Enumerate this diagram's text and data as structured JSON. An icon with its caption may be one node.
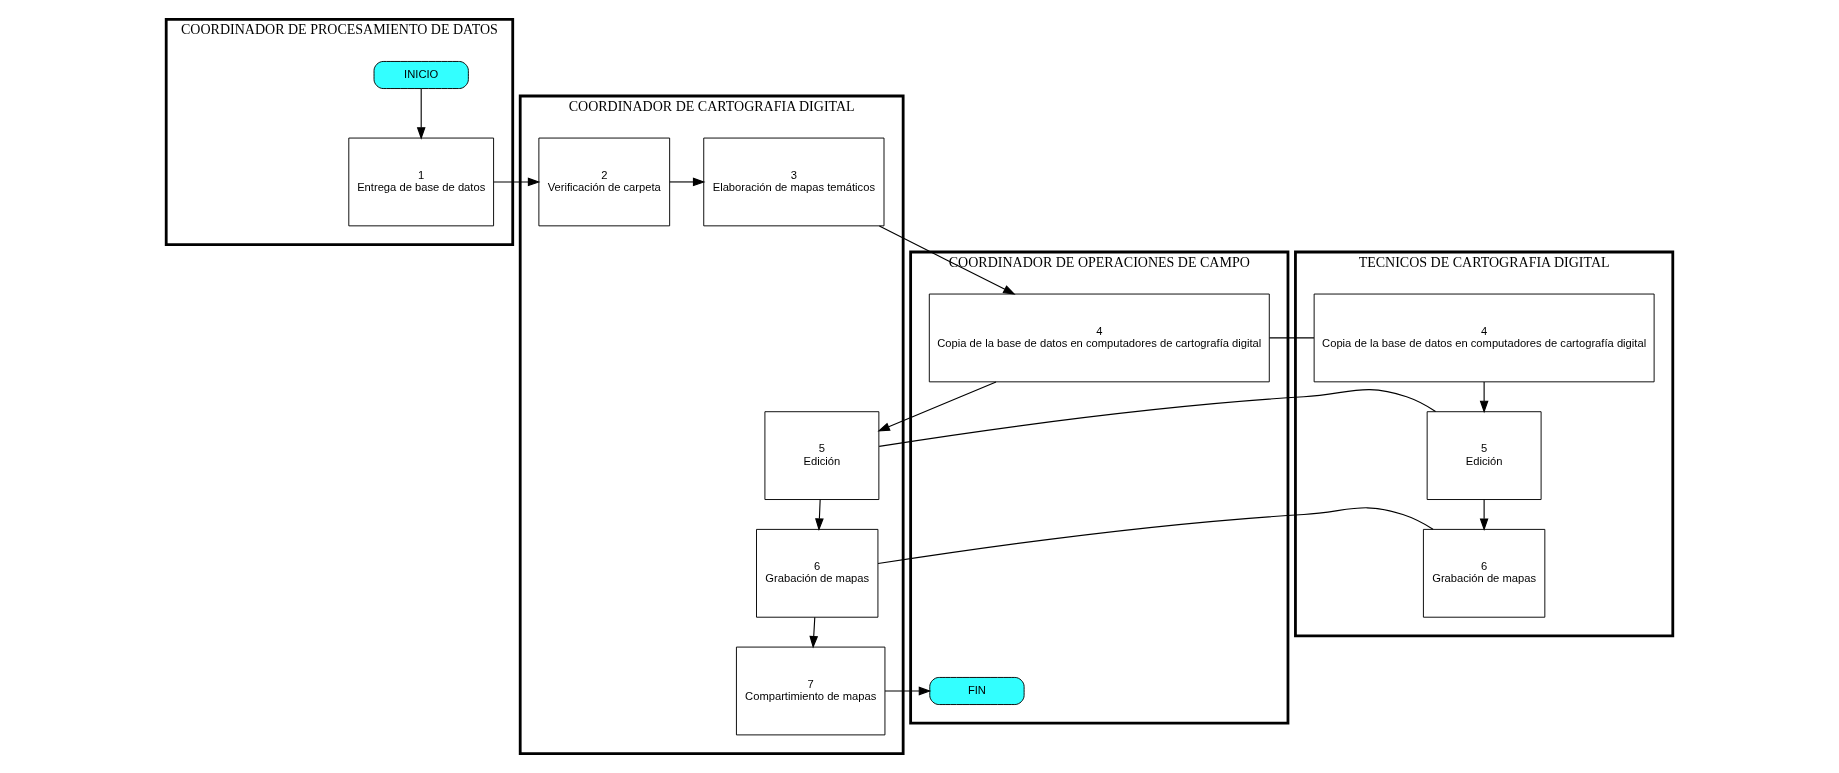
{
  "diagram": {
    "nodes": [
      {
        "text": [
          "COORDINADOR DE PROCESAMIENTO DE DATOS"
        ]
      },
      {
        "text": [
          "INICIO"
        ],
        "in": 0
      },
      {
        "text": [
          "1",
          "Entrega de base de datos"
        ],
        "in": 0
      },
      {
        "text": [
          "COORDINADOR DE CARTOGRAFIA DIGITAL"
        ]
      },
      {
        "text": [
          "2",
          "Verificación de carpeta"
        ],
        "in": 3
      },
      {
        "text": [
          "3",
          "Elaboración de mapas temáticos"
        ],
        "in": 3
      },
      {
        "text": [
          "5",
          "Edición"
        ],
        "in": 3
      },
      {
        "text": [
          "6",
          "Grabación de mapas"
        ],
        "in": 3
      },
      {
        "text": [
          "7",
          "Compartimiento de mapas"
        ],
        "in": 3
      },
      {
        "text": [
          "COORDINADOR DE OPERACIONES DE CAMPO"
        ]
      },
      {
        "text": [
          "4",
          "Copia de la base de datos en computadores de cartografía digital"
        ],
        "in": 9
      },
      {
        "text": [
          "FIN"
        ],
        "in": 9
      },
      {
        "text": [
          "TECNICOS DE CARTOGRAFIA DIGITAL"
        ]
      },
      {
        "text": [
          "4",
          "Copia de la base de datos en computadores de cartografía digital"
        ],
        "in": 12
      },
      {
        "text": [
          "5",
          "Edición"
        ],
        "in": 12
      },
      {
        "text": [
          "6",
          "Grabación de mapas"
        ],
        "in": 12
      }
    ],
    "edges": [
      {
        "from": 1,
        "to": 2,
        "arrow": "to"
      },
      {
        "from": 2,
        "to": 4,
        "arrow": "to"
      },
      {
        "from": 4,
        "to": 5,
        "arrow": "to"
      },
      {
        "from": 5,
        "to": 10,
        "arrow": "to"
      },
      {
        "from": 10,
        "to": 13,
        "arrow": "none"
      },
      {
        "from": 10,
        "to": 6,
        "arrow": "to"
      },
      {
        "from": 6,
        "to": 14,
        "arrow": "none"
      },
      {
        "from": 13,
        "to": 14,
        "arrow": "to"
      },
      {
        "from": 6,
        "to": 7,
        "arrow": "to"
      },
      {
        "from": 7,
        "to": 15,
        "arrow": "none"
      },
      {
        "from": 14,
        "to": 15,
        "arrow": "to"
      },
      {
        "from": 7,
        "to": 8,
        "arrow": "to"
      },
      {
        "from": 8,
        "to": 11,
        "arrow": "to"
      }
    ]
  }
}
